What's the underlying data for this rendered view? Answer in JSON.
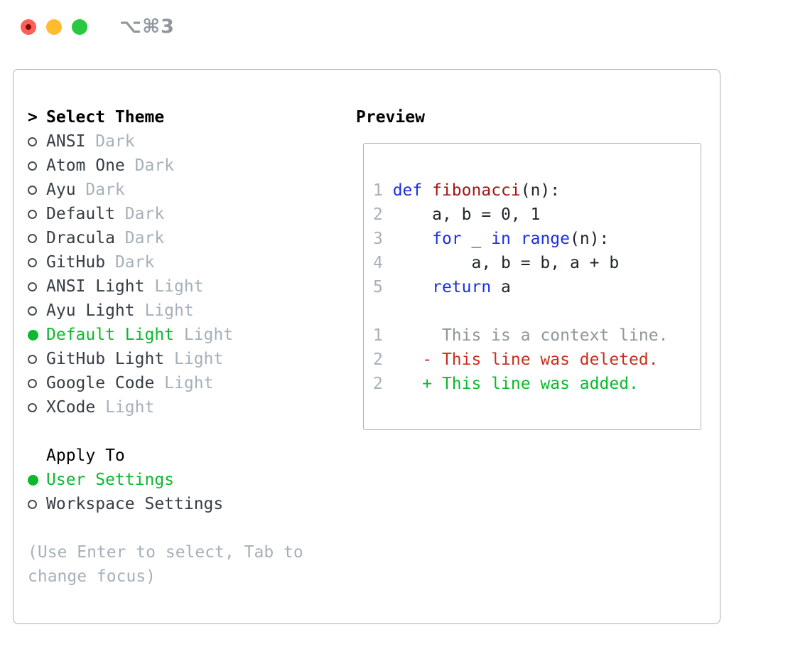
{
  "window": {
    "title": "⌥⌘3"
  },
  "traffic_lights": [
    {
      "name": "close"
    },
    {
      "name": "minimize"
    },
    {
      "name": "zoom"
    }
  ],
  "theme_picker": {
    "pointer": ">",
    "title": "Select Theme",
    "items": [
      {
        "label": "ANSI",
        "variant": "Dark",
        "selected": false
      },
      {
        "label": "Atom One",
        "variant": "Dark",
        "selected": false
      },
      {
        "label": "Ayu",
        "variant": "Dark",
        "selected": false
      },
      {
        "label": "Default",
        "variant": "Dark",
        "selected": false
      },
      {
        "label": "Dracula",
        "variant": "Dark",
        "selected": false
      },
      {
        "label": "GitHub",
        "variant": "Dark",
        "selected": false
      },
      {
        "label": "ANSI Light",
        "variant": "Light",
        "selected": false
      },
      {
        "label": "Ayu Light",
        "variant": "Light",
        "selected": false
      },
      {
        "label": "Default Light",
        "variant": "Light",
        "selected": true
      },
      {
        "label": "GitHub Light",
        "variant": "Light",
        "selected": false
      },
      {
        "label": "Google Code",
        "variant": "Light",
        "selected": false
      },
      {
        "label": "XCode",
        "variant": "Light",
        "selected": false
      }
    ]
  },
  "apply_to": {
    "title": "Apply To",
    "options": [
      {
        "label": "User Settings",
        "selected": true
      },
      {
        "label": "Workspace Settings",
        "selected": false
      }
    ]
  },
  "hint_lines": [
    "(Use Enter to select, Tab to",
    "change focus)"
  ],
  "preview": {
    "title": "Preview",
    "code_lines": [
      {
        "num": "1",
        "segments": [
          {
            "t": "def",
            "c": "keyword"
          },
          {
            "t": " ",
            "c": "plain"
          },
          {
            "t": "fibonacci",
            "c": "function"
          },
          {
            "t": "(n):",
            "c": "plain"
          }
        ]
      },
      {
        "num": "2",
        "segments": [
          {
            "t": "    a, b = 0, 1",
            "c": "plain"
          }
        ]
      },
      {
        "num": "3",
        "segments": [
          {
            "t": "    ",
            "c": "plain"
          },
          {
            "t": "for",
            "c": "keyword"
          },
          {
            "t": " _ ",
            "c": "plain"
          },
          {
            "t": "in",
            "c": "keyword"
          },
          {
            "t": " ",
            "c": "plain"
          },
          {
            "t": "range",
            "c": "keyword"
          },
          {
            "t": "(n):",
            "c": "plain"
          }
        ]
      },
      {
        "num": "4",
        "segments": [
          {
            "t": "        a, b = b, a + b",
            "c": "plain"
          }
        ]
      },
      {
        "num": "5",
        "segments": [
          {
            "t": "    ",
            "c": "plain"
          },
          {
            "t": "return",
            "c": "keyword"
          },
          {
            "t": " a",
            "c": "plain"
          }
        ]
      },
      {
        "num": "",
        "segments": []
      },
      {
        "num": "1",
        "segments": [
          {
            "t": "     This is a context line.",
            "c": "context"
          }
        ]
      },
      {
        "num": "2",
        "segments": [
          {
            "t": "   - This line was deleted.",
            "c": "deleted"
          }
        ]
      },
      {
        "num": "2",
        "segments": [
          {
            "t": "   + This line was added.",
            "c": "added"
          }
        ]
      }
    ]
  },
  "colors": {
    "accent_green": "#0cb92e",
    "keyword_blue": "#1d2fe1",
    "function_red": "#a31515",
    "deleted_red": "#c5301c",
    "context_gray": "#8f969c",
    "muted_gray": "#a6b0ba",
    "item_text": "#363d44",
    "code_text": "#21262b",
    "border_gray": "#a9b1bc",
    "title_gray": "#8f969e",
    "traffic_red": "#ff5f57",
    "traffic_yellow": "#febc2e",
    "traffic_green": "#28c840"
  }
}
